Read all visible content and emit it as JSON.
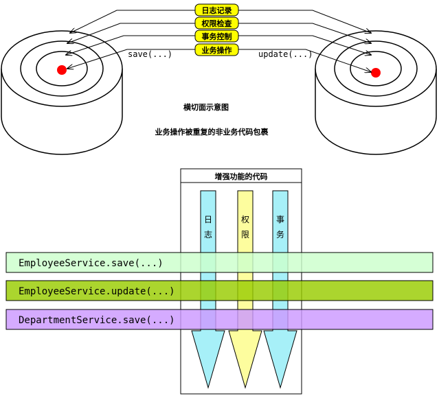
{
  "top": {
    "concern_tags": [
      "日志记录",
      "权限检查",
      "事务控制",
      "业务操作"
    ],
    "left_call": "save(...)",
    "right_call": "update(...)",
    "caption_title": "横切面示意图",
    "caption_text": "业务操作被重复的非业务代码包裹"
  },
  "bottom": {
    "enhance_title": "增强功能的代码",
    "arrows": [
      {
        "label_top": "日",
        "label_bottom": "志",
        "color": "#a7f0f8"
      },
      {
        "label_top": "权",
        "label_bottom": "限",
        "color": "#fdfd9e"
      },
      {
        "label_top": "事",
        "label_bottom": "务",
        "color": "#a7f0f8"
      }
    ],
    "services": [
      {
        "label": "EmployeeService.save(...)",
        "color": "#ccffcc"
      },
      {
        "label": "EmployeeService.update(...)",
        "color": "#99cc00"
      },
      {
        "label": "DepartmentService.save(...)",
        "color": "#cc99ff"
      }
    ]
  },
  "colors": {
    "tag_fill": "#ffff00",
    "target_dot": "#ff0000"
  }
}
